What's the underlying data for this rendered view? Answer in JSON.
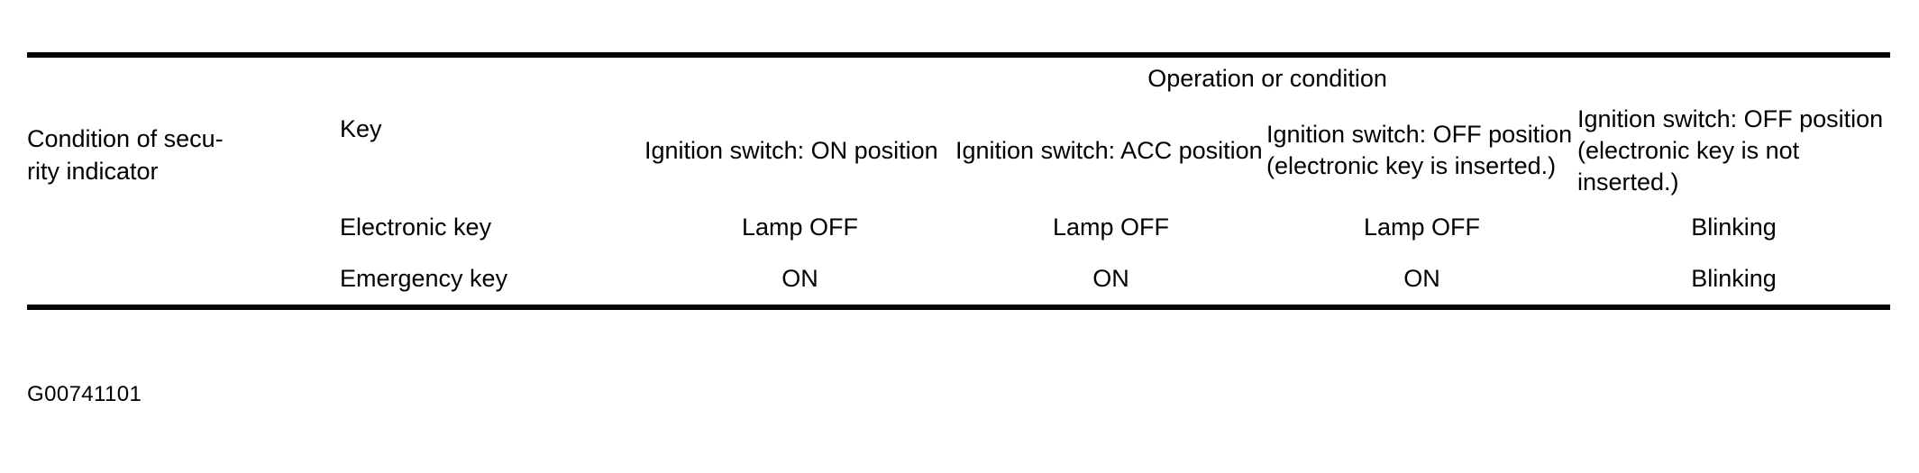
{
  "document": {
    "caption": "G00741101"
  },
  "table": {
    "row_header_label": "Condition of secu-\nrity indicator",
    "row_header_label_line1": "Condition of secu-",
    "row_header_label_line2": "rity indicator",
    "key_column_label": "Key",
    "group_header": "Operation or condition",
    "column_headers": [
      "Ignition switch: ON position",
      "Ignition switch: ACC position",
      "Ignition switch: OFF position (electronic key is inserted.)",
      "Ignition switch: OFF position (electronic key is not inserted.)"
    ],
    "rows": [
      {
        "label": "Electronic key",
        "values": [
          "Lamp OFF",
          "Lamp OFF",
          "Lamp OFF",
          "Blinking"
        ]
      },
      {
        "label": "Emergency key",
        "values": [
          "ON",
          "ON",
          "ON",
          "Blinking"
        ]
      }
    ]
  },
  "colors": {
    "rule": "#000000",
    "text": "#000000",
    "background": "#ffffff"
  }
}
